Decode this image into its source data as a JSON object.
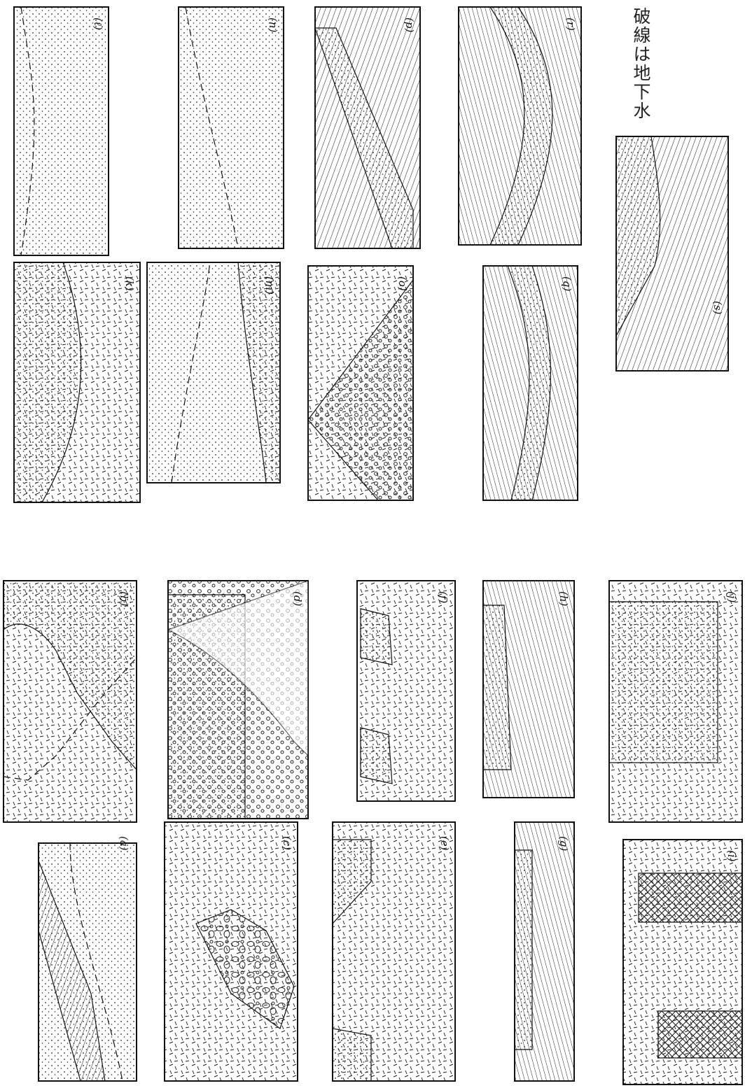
{
  "legend_note": "破線は地下水",
  "panels": [
    {
      "id": "a",
      "label": "(a)"
    },
    {
      "id": "b",
      "label": "(b)"
    },
    {
      "id": "c",
      "label": "(c)"
    },
    {
      "id": "d",
      "label": "(d)"
    },
    {
      "id": "e",
      "label": "(e)"
    },
    {
      "id": "f",
      "label": "(f)"
    },
    {
      "id": "g",
      "label": "(g)"
    },
    {
      "id": "h",
      "label": "(h)"
    },
    {
      "id": "i",
      "label": "(i)"
    },
    {
      "id": "j",
      "label": "(j)"
    },
    {
      "id": "k",
      "label": "(k)"
    },
    {
      "id": "l",
      "label": "(ℓ)"
    },
    {
      "id": "m",
      "label": "(m)"
    },
    {
      "id": "n",
      "label": "(n)"
    },
    {
      "id": "o",
      "label": "(o)"
    },
    {
      "id": "p",
      "label": "(p)"
    },
    {
      "id": "q",
      "label": "(q)"
    },
    {
      "id": "r",
      "label": "(r)"
    },
    {
      "id": "s",
      "label": "(s)"
    }
  ]
}
